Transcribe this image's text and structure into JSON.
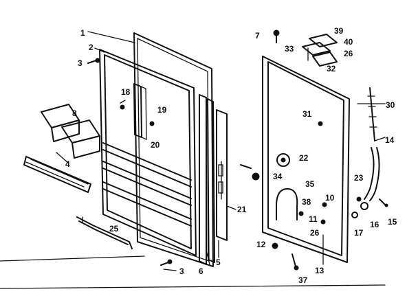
{
  "callouts": {
    "c1": "1",
    "c2": "2",
    "c3a": "3",
    "c3b": "3",
    "c4": "4",
    "c5": "5",
    "c6": "6",
    "c7": "7",
    "c8": "8",
    "c10": "10",
    "c11": "11",
    "c12": "12",
    "c13": "13",
    "c14": "14",
    "c15": "15",
    "c16": "16",
    "c17": "17",
    "c18": "18",
    "c19": "19",
    "c20": "20",
    "c21": "21",
    "c22": "22",
    "c23": "23",
    "c25": "25",
    "c26a": "26",
    "c26b": "26",
    "c30": "30",
    "c31": "31",
    "c32": "32",
    "c33": "33",
    "c34": "34",
    "c35": "35",
    "c37": "37",
    "c38": "38",
    "c39": "39",
    "c40": "40"
  }
}
